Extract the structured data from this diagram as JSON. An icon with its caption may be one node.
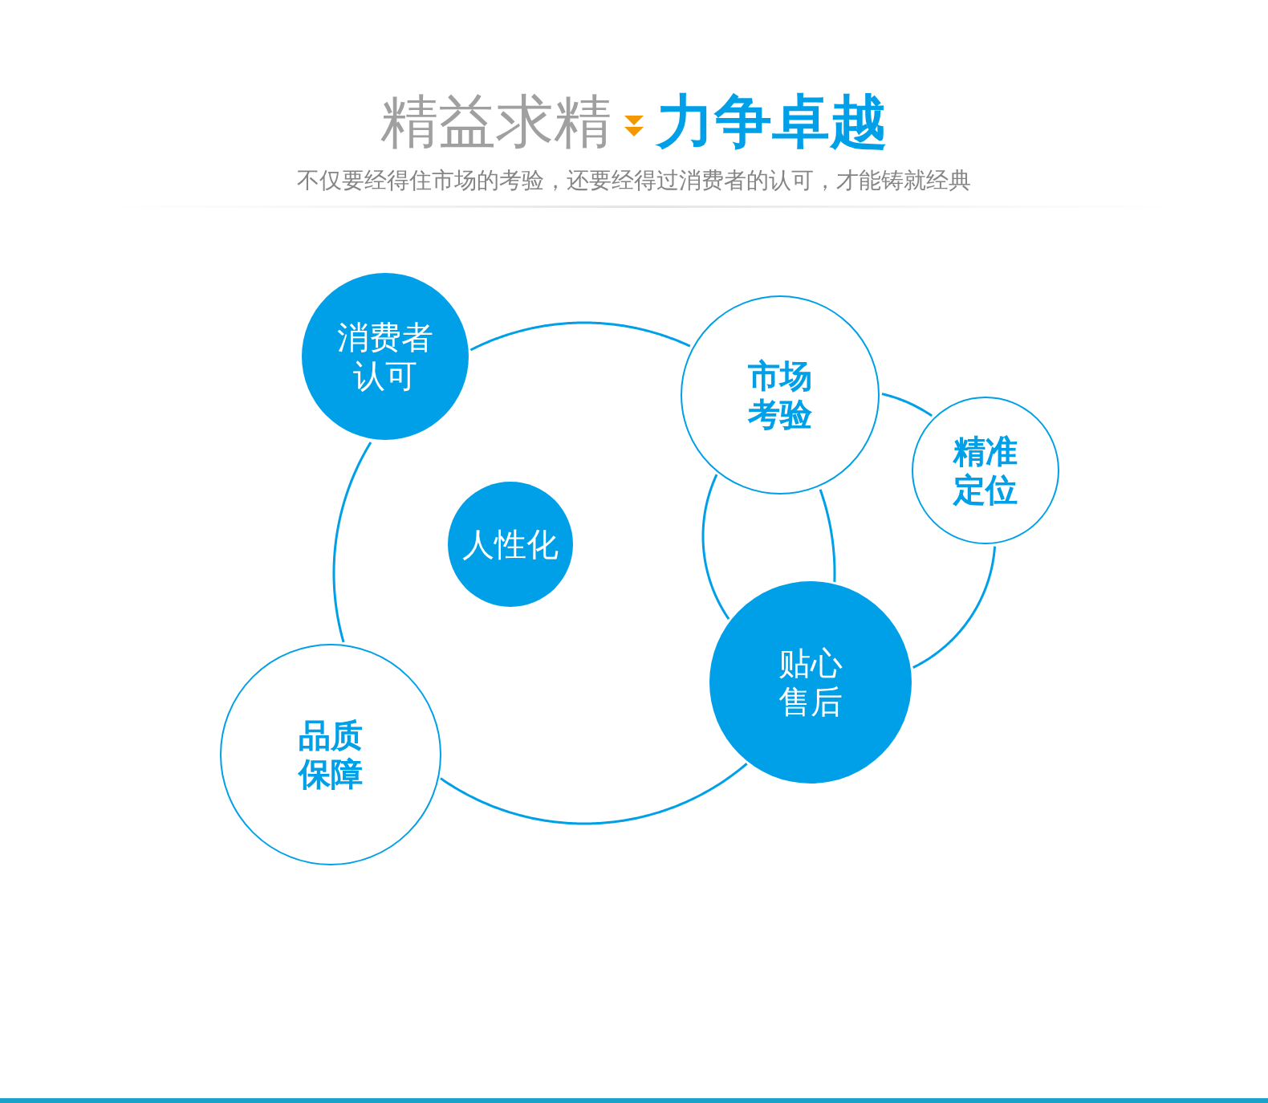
{
  "diagram": {
    "title": "精益求精**力争卓越**",
    "nodes": [
      {
        "text": [],
        "shape": "circle"
      },
      {
        "text": [],
        "shape": "circle"
      },
      {
        "text": [
          "消费者认可"
        ]
      },
      {
        "text": [
          "市场考验"
        ]
      },
      {
        "text": [
          "精准定位"
        ]
      },
      {
        "text": [
          "人性化"
        ],
        "in": 0
      },
      {
        "text": [
          "贴心售后"
        ]
      },
      {
        "text": [
          "品质保障"
        ]
      }
    ],
    "labels": [
      "不仅要经得住市场的考验，还要经得过消费者的认可，才能铸就经典"
    ]
  }
}
